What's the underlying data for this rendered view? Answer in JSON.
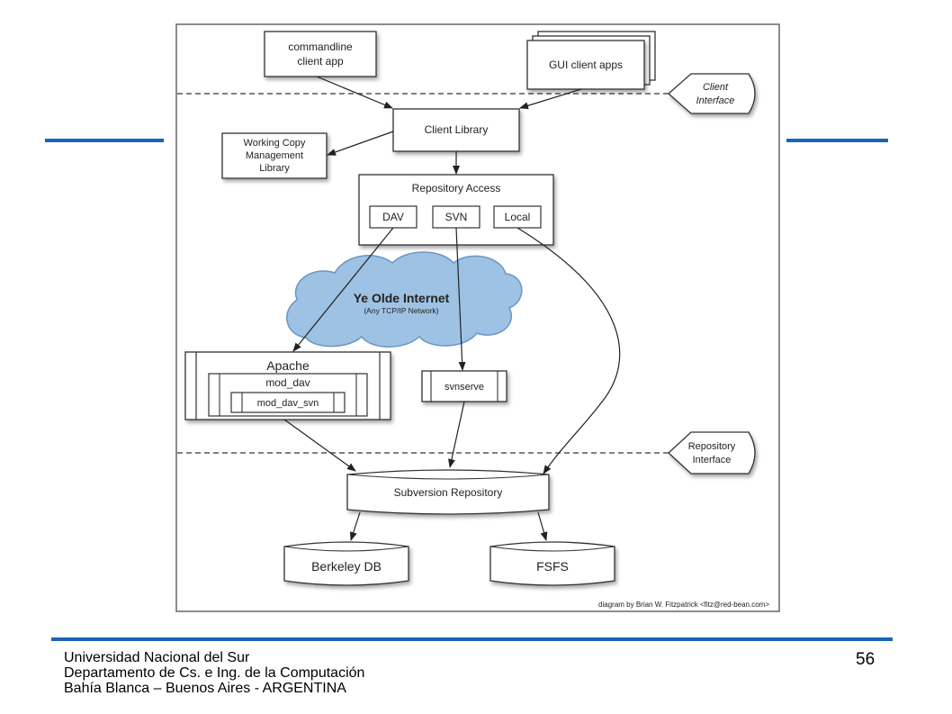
{
  "diagram": {
    "nodes": {
      "commandline": [
        "commandline",
        "client app"
      ],
      "gui": "GUI client apps",
      "client_interface": [
        "Client",
        "Interface"
      ],
      "client_library": "Client Library",
      "working_copy": [
        "Working Copy",
        "Management",
        "Library"
      ],
      "repository_access": "Repository Access",
      "dav": "DAV",
      "svn": "SVN",
      "local": "Local",
      "internet_title": "Ye Olde Internet",
      "internet_sub": "(Any TCP/IP Network)",
      "apache": "Apache",
      "mod_dav": "mod_dav",
      "mod_dav_svn": "mod_dav_svn",
      "svnserve": "svnserve",
      "repository_interface": [
        "Repository",
        "Interface"
      ],
      "subversion_repository": "Subversion Repository",
      "berkeley_db": "Berkeley DB",
      "fsfs": "FSFS"
    },
    "credit": "diagram by Brian W. Fitzpatrick <fitz@red-bean.com>"
  },
  "footer": {
    "lines": [
      "Universidad Nacional del Sur",
      "Departamento de Cs. e Ing. de la Computación",
      "Bahía Blanca – Buenos Aires - ARGENTINA"
    ],
    "page_number": "56"
  },
  "colors": {
    "accent_rule": "#1a65b5",
    "cloud_fill": "#9ec2e3",
    "cloud_stroke": "#6a95c4"
  }
}
